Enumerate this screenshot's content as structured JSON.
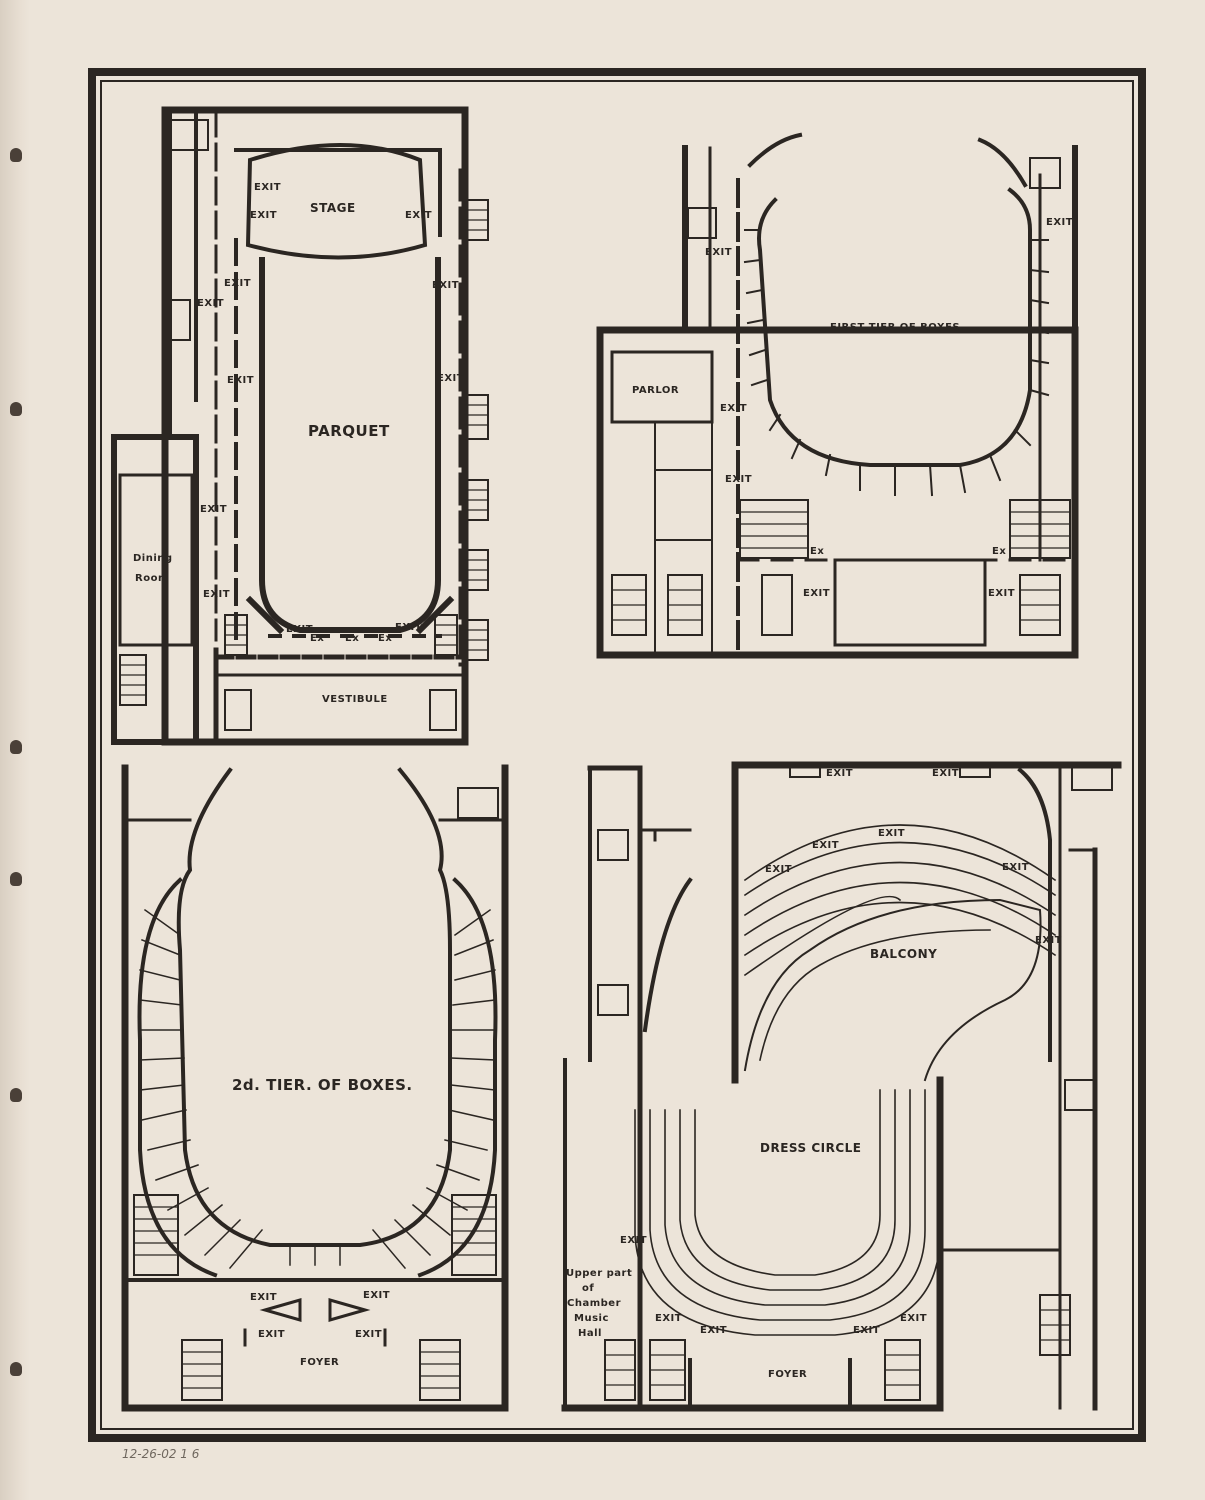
{
  "plans": {
    "parquet": {
      "title": "PARQUET",
      "stage": "STAGE",
      "vestibule": "VESTIBULE",
      "dining_room": [
        "Dining",
        "Room"
      ],
      "exit": "EXIT",
      "ex": "Ex"
    },
    "first_tier": {
      "title": "FIRST TIER OF BOXES.",
      "parlor": "PARLOR",
      "exit": "EXIT",
      "ex": "Ex"
    },
    "second_tier": {
      "title": "2d. TIER. OF BOXES.",
      "foyer": "FOYER",
      "exit": "EXIT"
    },
    "balcony_dress": {
      "balcony": "BALCONY",
      "dress_circle": "DRESS CIRCLE",
      "foyer": "FOYER",
      "chamber_note": [
        "Upper part",
        "of",
        "Chamber",
        "Music",
        "Hall"
      ],
      "exit": "EXIT"
    }
  },
  "archive_mark": "12-26-02 1 6"
}
